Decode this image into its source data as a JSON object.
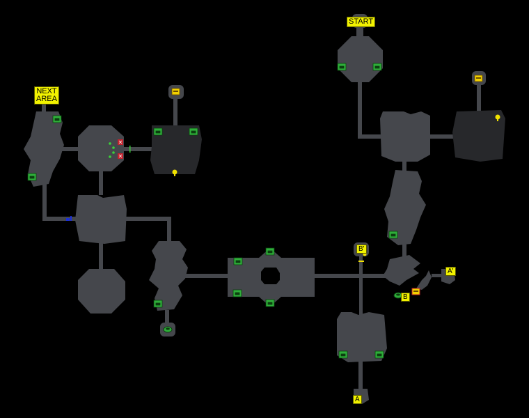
{
  "map": {
    "labels": {
      "start": "START",
      "next_area": "NEXT\nAREA",
      "a": "A",
      "a_prime": "A'",
      "b": "B",
      "b_prime": "B'"
    },
    "colors": {
      "background": "#000000",
      "room": "#45474c",
      "dark_room": "#27282b",
      "corridor": "#45474c",
      "chest": "#2fae3a",
      "label": "#f2f200",
      "marker_red": "#c2222d",
      "marker_green": "#39d339",
      "marker_blue": "#1a2fd8"
    },
    "icons": [
      "chest-icon",
      "gold-chest-icon",
      "pot-icon",
      "hint-bulb-icon",
      "switch-marker-icon",
      "door-marker-icon"
    ]
  }
}
